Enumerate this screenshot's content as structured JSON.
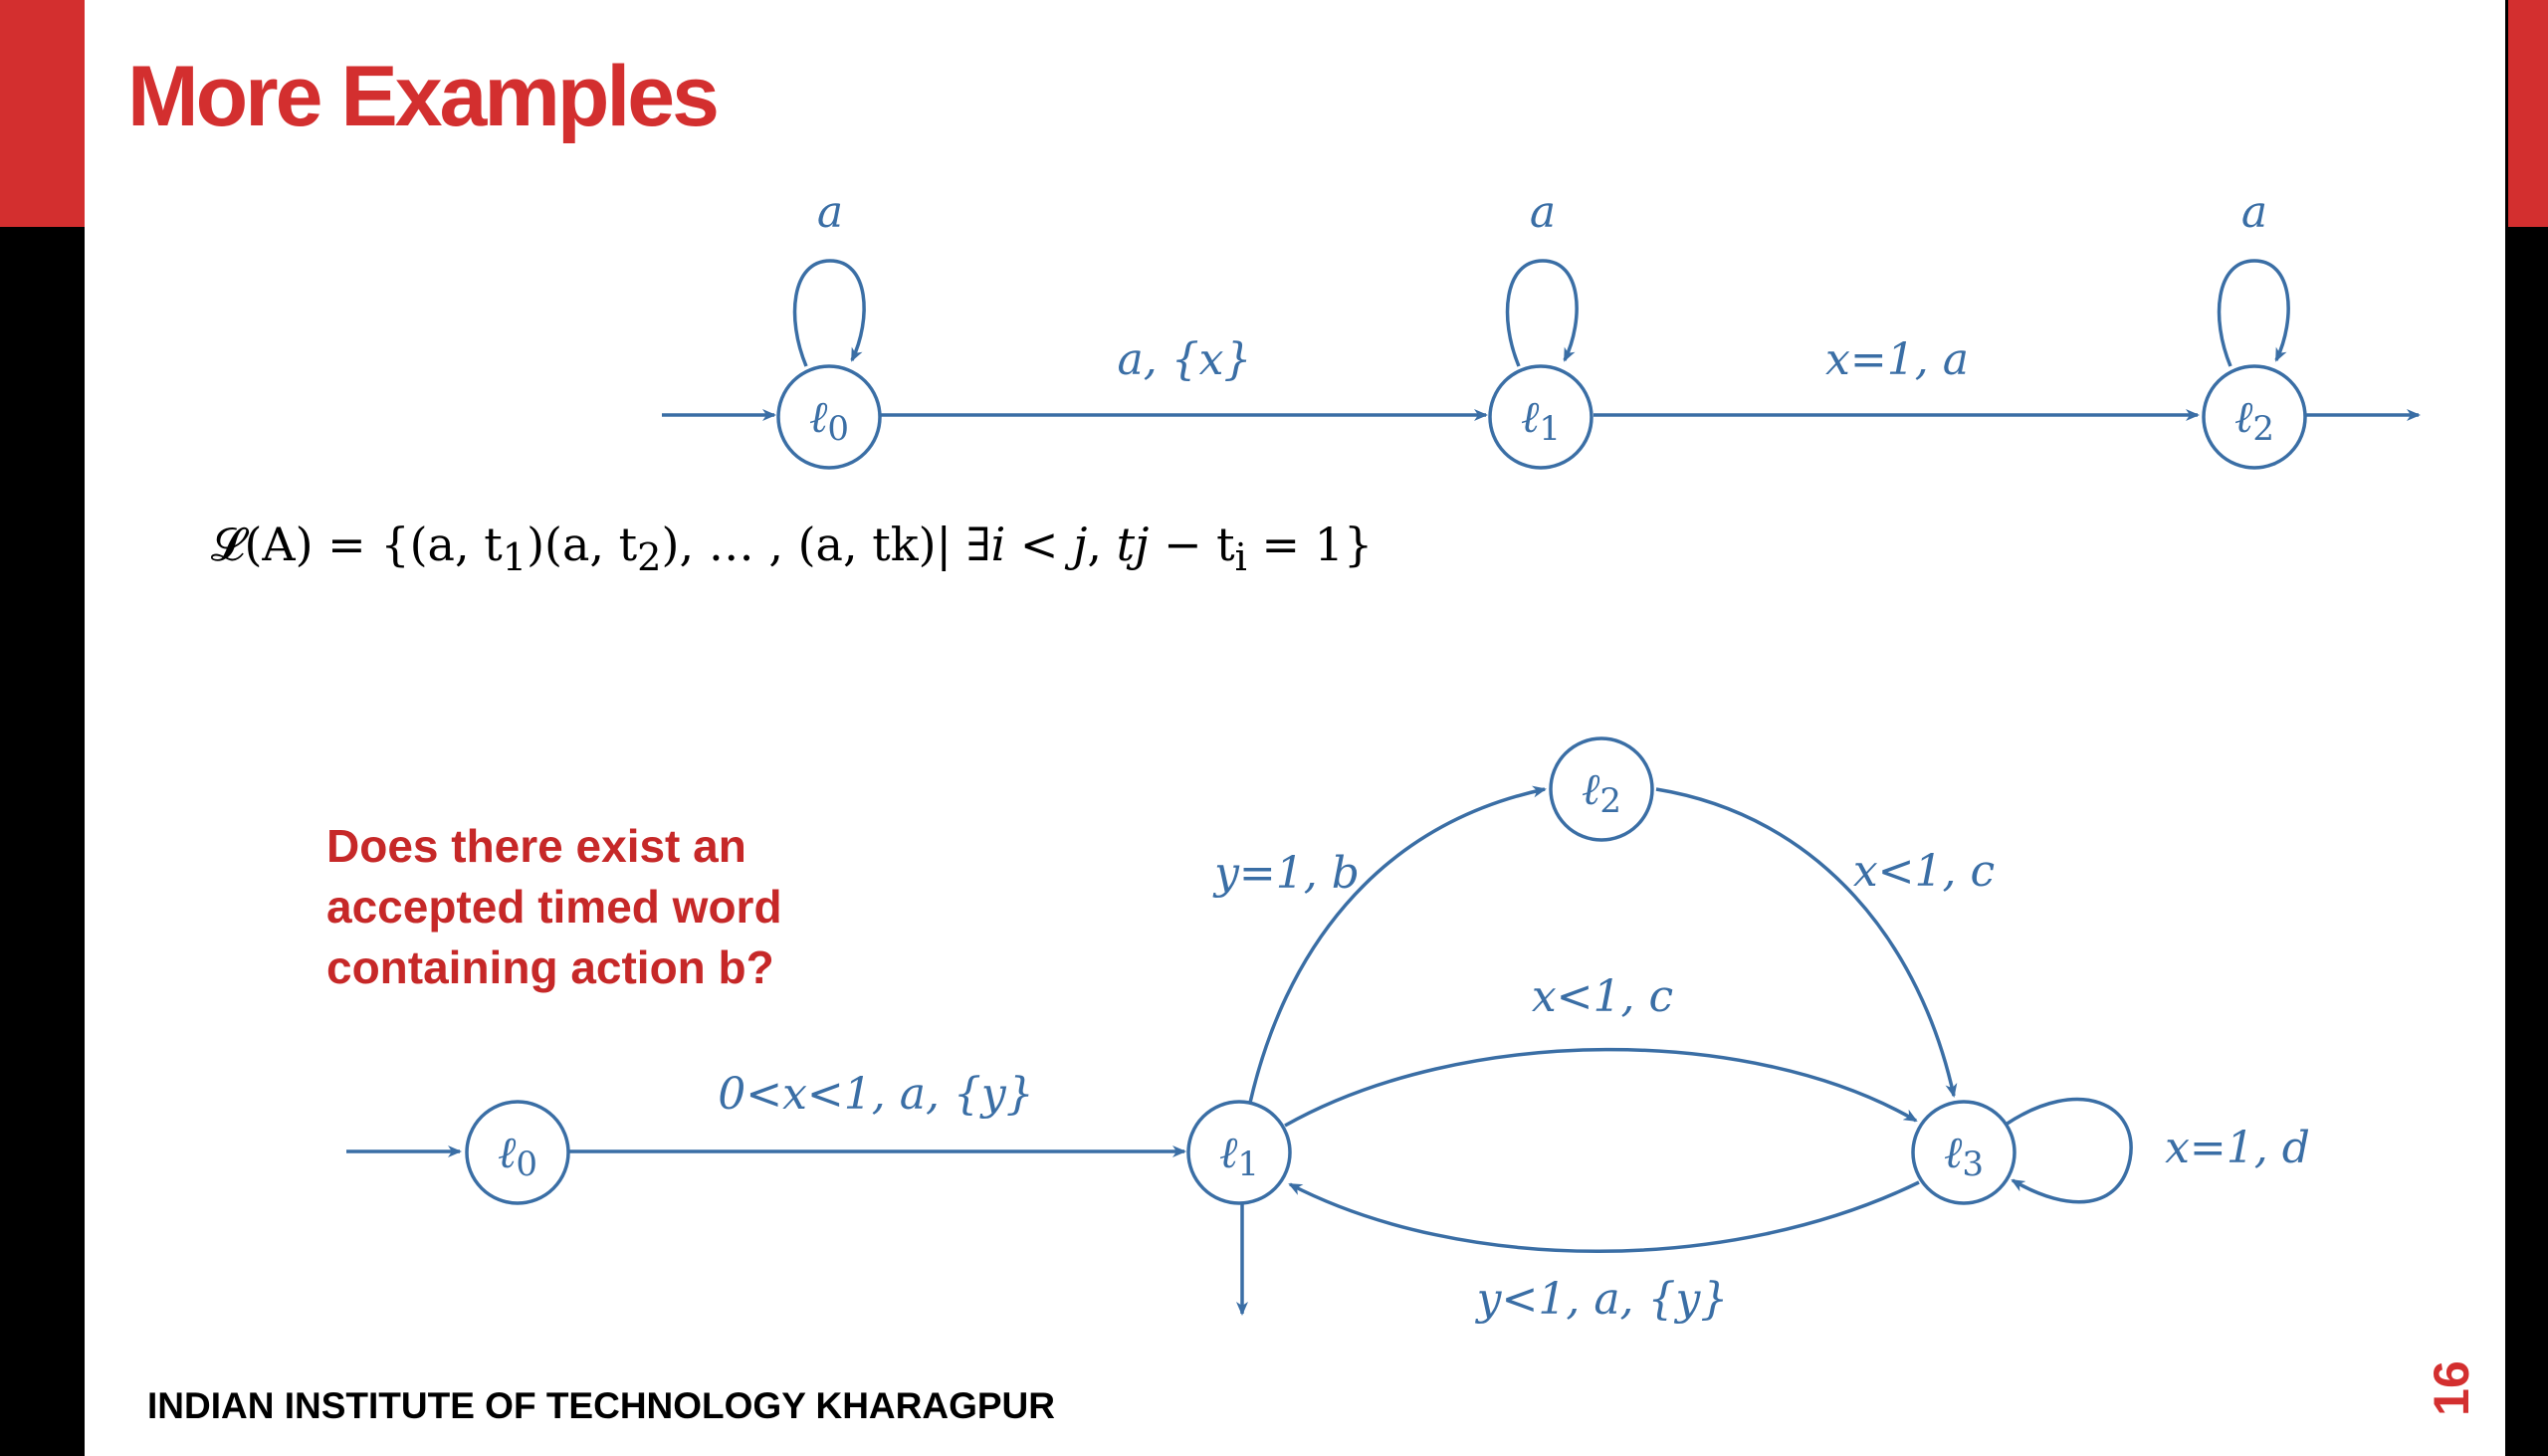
{
  "slide": {
    "title": "More Examples",
    "question_lines": [
      "Does there exist an",
      "accepted timed word",
      "containing action b?"
    ],
    "institute": "INDIAN INSTITUTE OF TECHNOLOGY KHARAGPUR",
    "page_number": "16"
  },
  "colors": {
    "accent_red": "#d32f2f",
    "question_red": "#c62828",
    "diagram_blue": "#3a6ea5"
  },
  "formula": {
    "lhs": "𝓛(A) = {(a, t",
    "s1": "1",
    "mid1": ")(a, t",
    "s2": "2",
    "mid2": "), … , (a, tk)| ∃𝑖 < 𝑗, 𝑡𝑗 − t",
    "s3": "i",
    "end": " = 1}"
  },
  "automaton1": {
    "states": {
      "l0": "ℓ",
      "l0_sub": "0",
      "l1": "ℓ",
      "l1_sub": "1",
      "l2": "ℓ",
      "l2_sub": "2"
    },
    "loop_labels": {
      "l0": "a",
      "l1": "a",
      "l2": "a"
    },
    "edge_labels": {
      "l0_l1": "a, {x}",
      "l1_l2": "x=1, a"
    }
  },
  "automaton2": {
    "states": {
      "l0": "ℓ",
      "l0_sub": "0",
      "l1": "ℓ",
      "l1_sub": "1",
      "l2": "ℓ",
      "l2_sub": "2",
      "l3": "ℓ",
      "l3_sub": "3"
    },
    "edge_labels": {
      "l0_l1": "0<x<1, a, {y}",
      "l1_l2": "y=1, b",
      "l2_l3": "x<1, c",
      "l1_l3": "x<1, c",
      "l3_l1": "y<1, a, {y}",
      "l3_loop": "x=1, d"
    }
  }
}
